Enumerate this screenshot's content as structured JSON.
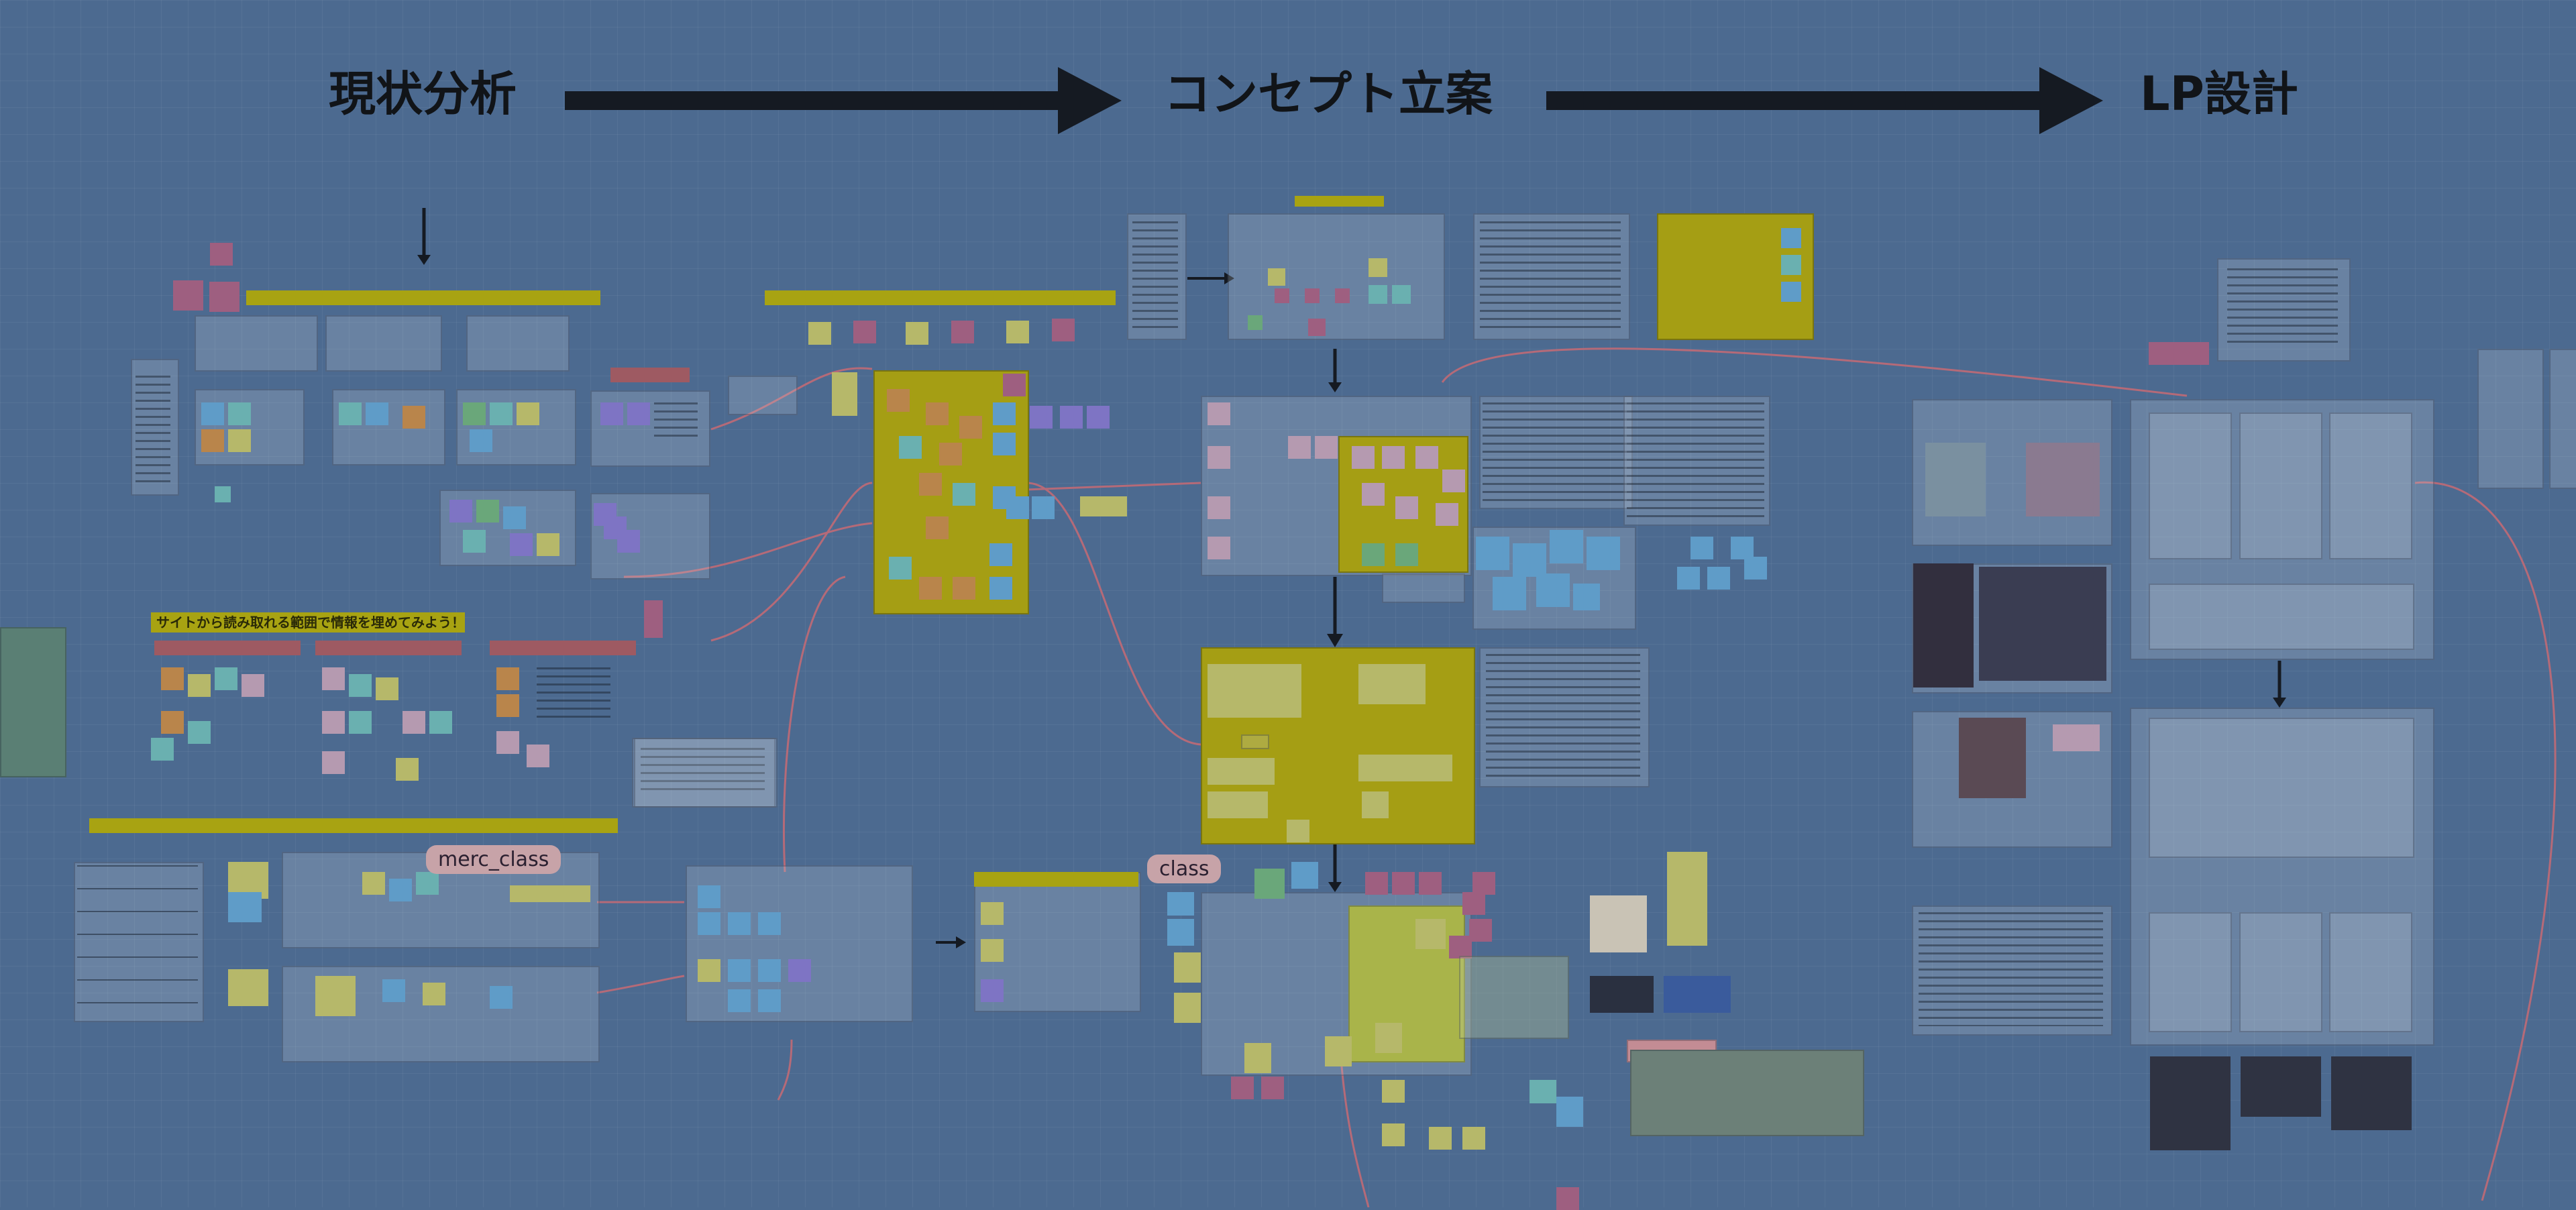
{
  "headings": {
    "stage1": "現状分析",
    "stage2": "コンセプト立案",
    "stage3": "LP設計"
  },
  "cursor_labels": {
    "label1": "merc_class",
    "label2": "class"
  },
  "section_banners": {
    "site_analysis": "サイトから読み取れる範囲で情報を埋めてみよう！"
  },
  "colors": {
    "board_background": "#4c6a90",
    "heading_text": "#111418",
    "arrow": "#151a22",
    "yellow_frame": "#a59e14",
    "connector": "#b56a78"
  }
}
